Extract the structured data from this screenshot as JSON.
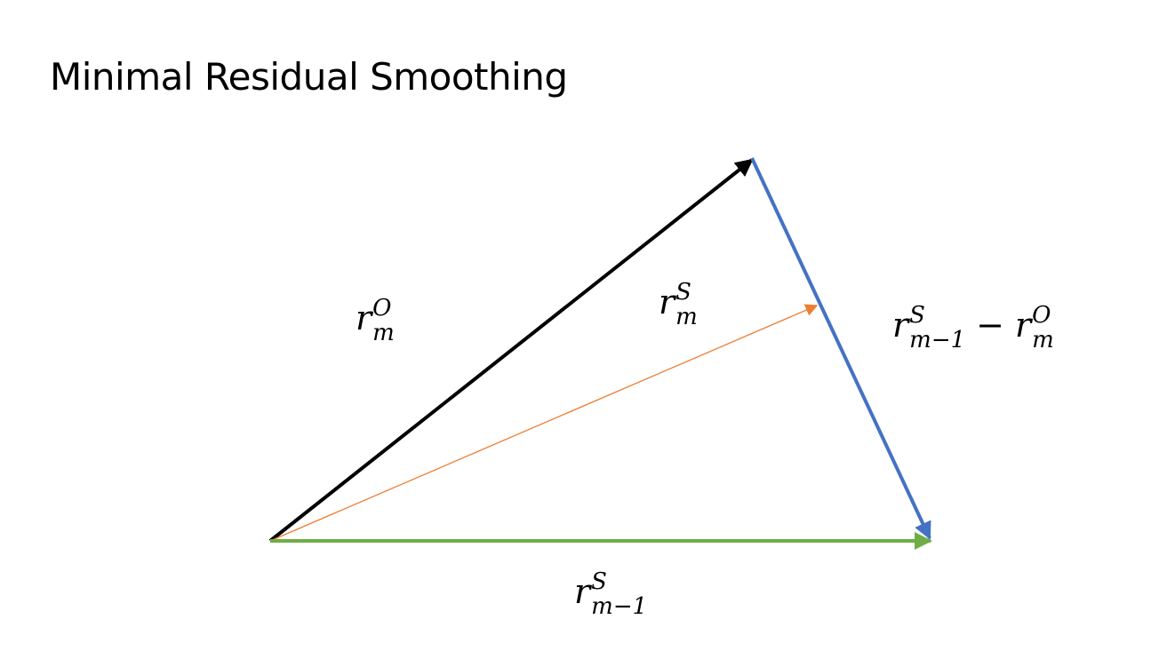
{
  "slide": {
    "title": "Minimal Residual Smoothing"
  },
  "labels": {
    "r_o": {
      "base": "r",
      "sup": "O",
      "sub": "m"
    },
    "r_s": {
      "base": "r",
      "sup": "S",
      "sub": "m"
    },
    "diff_a": {
      "base": "r",
      "sup": "S",
      "sub": "m−1"
    },
    "diff_op": "−",
    "diff_b": {
      "base": "r",
      "sup": "O",
      "sub": "m"
    },
    "r_s_prev": {
      "base": "r",
      "sup": "S",
      "sub": "m−1"
    }
  },
  "colors": {
    "r_o_vector": "#000000",
    "r_s_vector": "#ED7D31",
    "diff_vector": "#4472C4",
    "r_s_prev_vector": "#70AD47"
  }
}
